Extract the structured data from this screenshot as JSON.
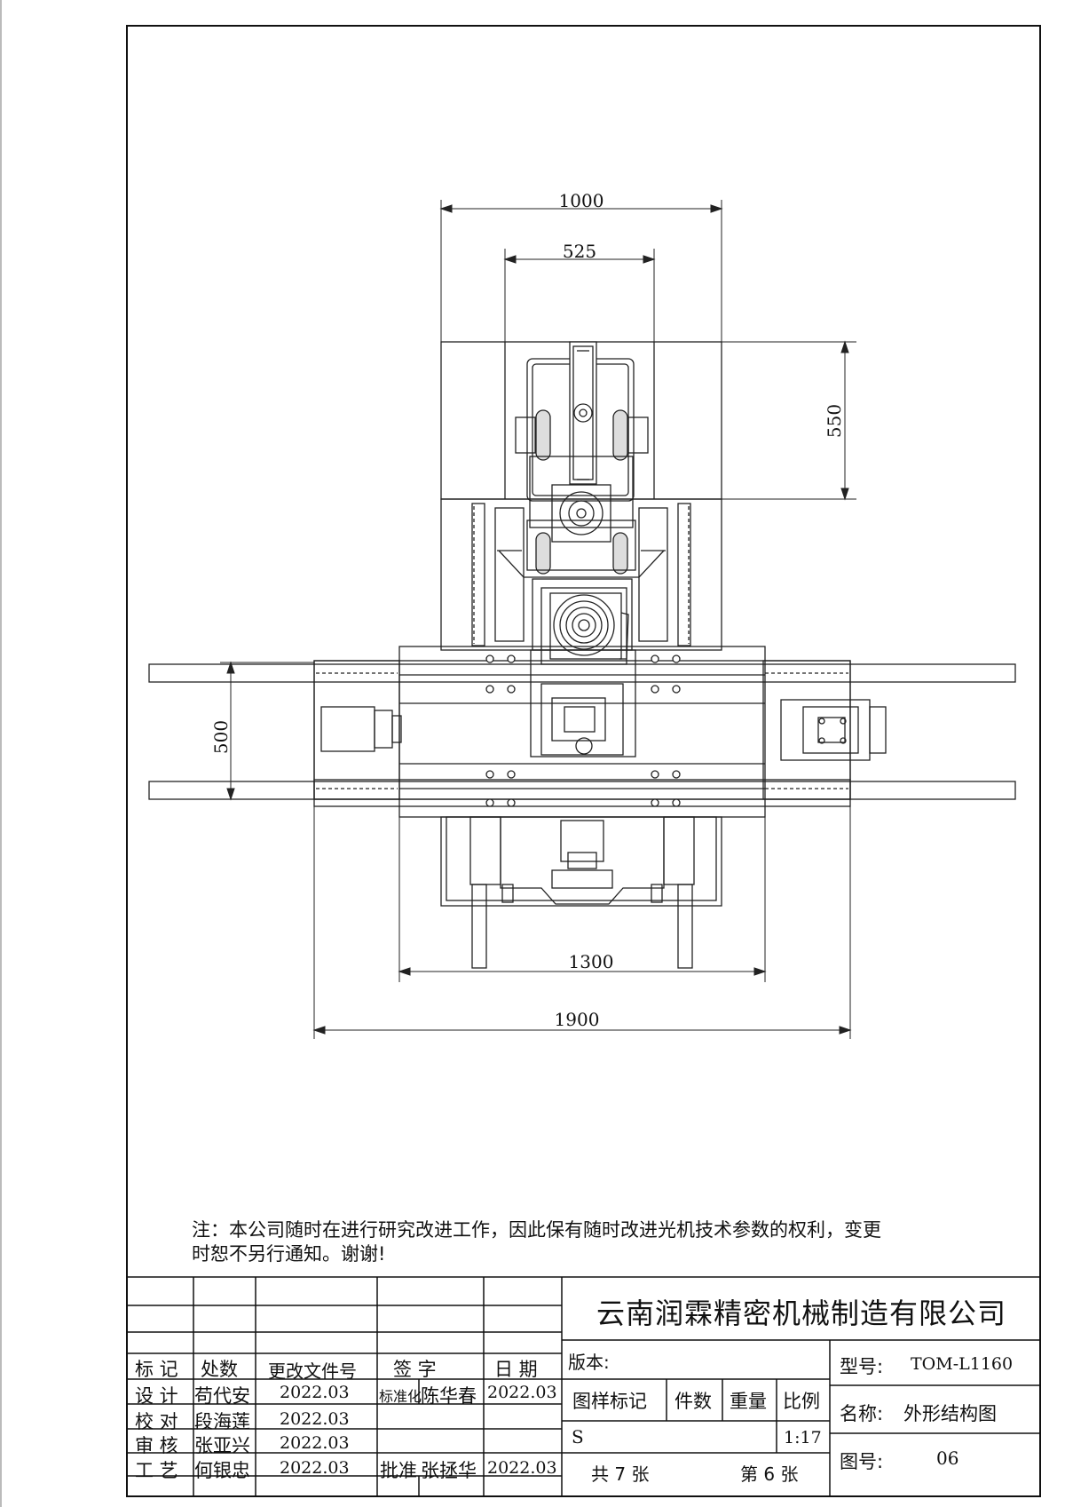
{
  "drawing": {
    "dimensions": {
      "top_width": "1000",
      "inner_width": "525",
      "right_height": "550",
      "left_height": "500",
      "base_width": "1300",
      "overall_width": "1900"
    }
  },
  "note": {
    "line1": "注：本公司随时在进行研究改进工作，因此保有随时改进光机技术参数的权利，变更",
    "line2": "时恕不另行通知。谢谢!"
  },
  "title_block": {
    "company": "云南润霖精密机械制造有限公司",
    "version_label": "版本:",
    "model_label": "型号:",
    "model_value": "TOM-L1160",
    "name_label": "名称:",
    "name_value": "外形结构图",
    "drawing_no_label": "图号:",
    "drawing_no_value": "06",
    "mark_label": "图样标记",
    "qty_label": "件数",
    "weight_label": "重量",
    "scale_label": "比例",
    "mark_value": "S",
    "scale_value": "1:17",
    "total_sheets": "共 7  张",
    "sheet_no": "第 6  张",
    "revision_headers": {
      "mark": "标 记",
      "count": "处数",
      "doc": "更改文件号",
      "sign": "签 字",
      "date": "日 期"
    },
    "approvals": {
      "design_label": "设 计",
      "design_name": "苟代安",
      "design_date": "2022.03",
      "standard_label": "标准化",
      "standard_name": "陈华春",
      "standard_date": "2022.03",
      "check_label": "校 对",
      "check_name": "段海莲",
      "check_date": "2022.03",
      "review_label": "审 核",
      "review_name": "张亚兴",
      "review_date": "2022.03",
      "process_label": "工 艺",
      "process_name": "何银忠",
      "process_date": "2022.03",
      "approve_label": "批准",
      "approve_name": "张拯华",
      "approve_date": "2022.03"
    }
  }
}
